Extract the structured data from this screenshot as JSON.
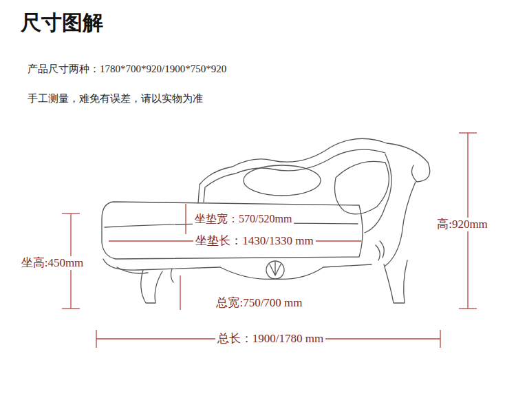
{
  "diagram": {
    "title": "尺寸图解",
    "labels": [
      "产品尺寸两种：1780*700*920/1900*750*920",
      "手工测量，难免有误差，请以实物为准",
      "坐垫宽：570/520mm",
      "坐垫长：1430/1330 mm",
      "高:920mm",
      "坐高:450mm",
      "总宽:750/700 mm",
      "总长：1900/1780 mm"
    ]
  }
}
